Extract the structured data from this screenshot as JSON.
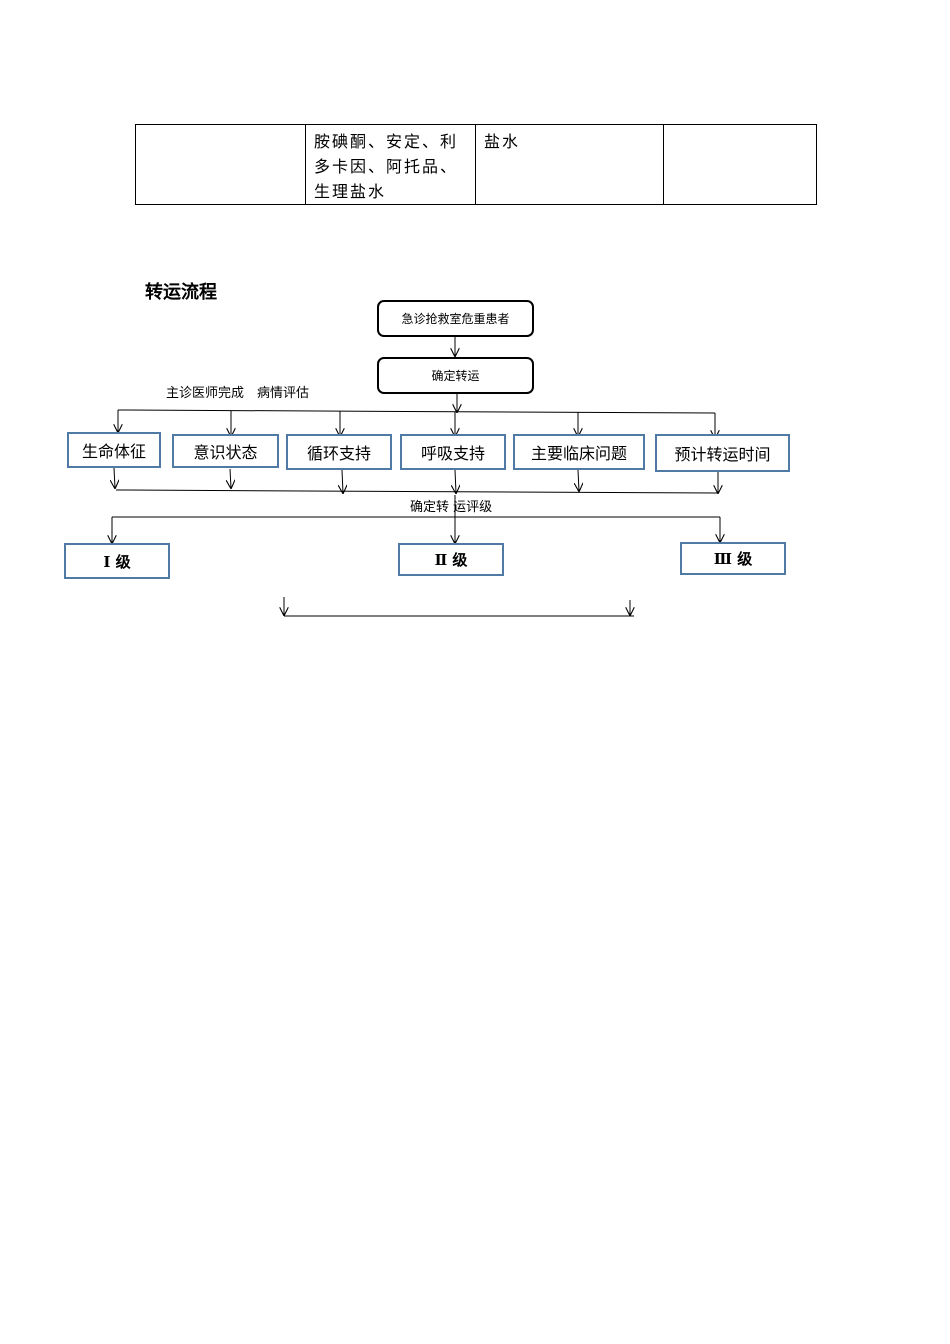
{
  "table": {
    "row": [
      "",
      "胺碘酮、安定、利多卡因、阿托品、生理盐水",
      "盐水",
      ""
    ]
  },
  "section_title": "转运流程",
  "flow": {
    "start": "急诊抢救室危重患者",
    "confirm": "确定转运",
    "assess_label": "主诊医师完成　病情评估",
    "items": [
      "生命体征",
      "意识状态",
      "循环支持",
      "呼吸支持",
      "主要临床问题",
      "预计转运时间"
    ],
    "grade_label": "确定转  运评级",
    "levels": [
      "Ⅰ 级",
      "Ⅱ 级",
      "Ⅲ 级"
    ]
  }
}
